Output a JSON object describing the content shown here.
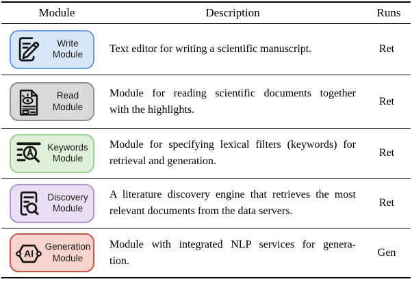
{
  "table": {
    "headers": {
      "module": "Module",
      "description": "Description",
      "runs": "Runs"
    },
    "rows": [
      {
        "name": "write-module",
        "icon": "write-note-pencil-icon",
        "label_lines": [
          "Write",
          "Module"
        ],
        "colors": {
          "bg": "#d7e7f8",
          "border": "#6b9ce3"
        },
        "description_lines": [
          "Text editor for writing a scientific manuscript."
        ],
        "runs": "Ret"
      },
      {
        "name": "read-module",
        "icon": "read-document-eye-icon",
        "label_lines": [
          "Read",
          "Module"
        ],
        "colors": {
          "bg": "#d9d9d9",
          "border": "#8f8f8f"
        },
        "description_lines": [
          "Module for reading scientific documents together",
          "with the highlights."
        ],
        "runs": "Ret"
      },
      {
        "name": "keywords-module",
        "icon": "keywords-filter-search-icon",
        "label_lines": [
          "Keywords",
          "Module"
        ],
        "colors": {
          "bg": "#dff0da",
          "border": "#9fce92"
        },
        "description_lines": [
          "Module for specifying lexical filters (keywords) for",
          "retrieval and generation."
        ],
        "runs": "Ret"
      },
      {
        "name": "discovery-module",
        "icon": "discovery-document-search-icon",
        "label_lines": [
          "Discovery",
          "Module"
        ],
        "colors": {
          "bg": "#e9def3",
          "border": "#b297d3"
        },
        "description_lines": [
          "A literature discovery engine that retrieves the most",
          "relevant documents from the data servers."
        ],
        "runs": "Ret"
      },
      {
        "name": "generation-module",
        "icon": "generation-ai-hexagon-icon",
        "icon_text": "AI",
        "label_lines": [
          "Generation",
          "Module"
        ],
        "colors": {
          "bg": "#f8d3cd",
          "border": "#c4554c"
        },
        "description_lines": [
          "Module with integrated NLP services for genera-",
          "tion."
        ],
        "runs": "Gen"
      }
    ]
  }
}
